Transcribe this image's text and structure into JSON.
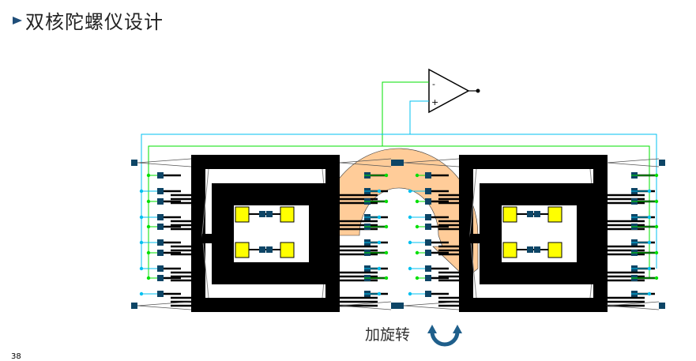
{
  "slide": {
    "title": "双核陀螺仪设计",
    "rotation_label": "加旋转",
    "page_number": "38"
  },
  "opamp": {
    "minus_label": "-",
    "plus_label": "+"
  },
  "colors": {
    "frame": "#000000",
    "pad": "#0d4566",
    "mass": "#ffff00",
    "blue_wire": "#00c0f0",
    "green_wire": "#00e000",
    "rotation_arrow_fill": "#ffcc99",
    "rotate_icon": "#1f5f8b",
    "bullet": "#1f4e79"
  }
}
